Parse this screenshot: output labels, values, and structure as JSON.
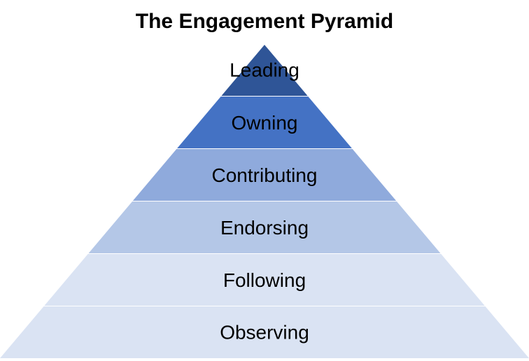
{
  "title": "The Engagement Pyramid",
  "levels": [
    {
      "label": "Leading",
      "color": "#2F5597"
    },
    {
      "label": "Owning",
      "color": "#4472C4"
    },
    {
      "label": "Contributing",
      "color": "#8FAADC"
    },
    {
      "label": "Endorsing",
      "color": "#B4C7E7"
    },
    {
      "label": "Following",
      "color": "#DAE3F3"
    },
    {
      "label": "Observing",
      "color": "#DAE3F3"
    }
  ]
}
